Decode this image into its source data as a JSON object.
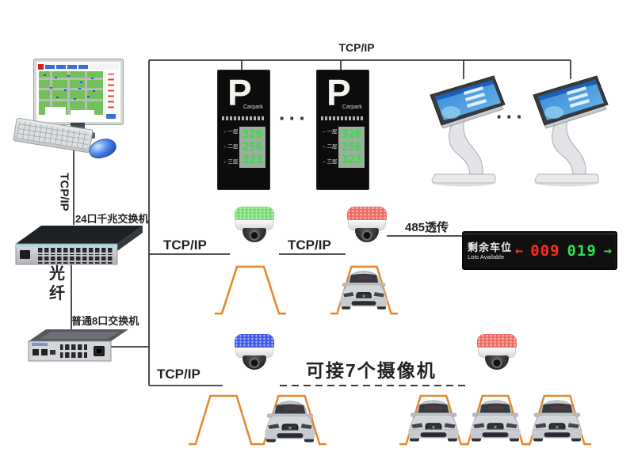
{
  "connections": {
    "tcpip_top": "TCP/IP",
    "tcpip_workstation": "TCP/IP",
    "tcpip_mid_left": "TCP/IP",
    "tcpip_mid_right": "TCP/IP",
    "tcpip_bottom": "TCP/IP",
    "fiber_label": "光纤",
    "rs485_label": "485透传",
    "camera_capacity_note": "可接7个摄像机",
    "ellipsis_between_signs": "···",
    "ellipsis_between_kiosks": "···",
    "line_color": "#3a3a3a",
    "parking_space_color": "#e8872e"
  },
  "devices": {
    "switch_24port_label": "24口千兆交换机",
    "switch_8port_label": "普通8口交换机"
  },
  "p_sign": {
    "symbol": "P",
    "subtitle": "Carpark",
    "floors": [
      {
        "label": "←一层",
        "value": "326"
      },
      {
        "label": "←二层",
        "value": "256"
      },
      {
        "label": "←三层",
        "value": "323"
      }
    ],
    "digit_color": "#2ee23e",
    "panel_color": "#9caf9f"
  },
  "led_board": {
    "title_cn": "剩余车位",
    "title_en": "Lots Available",
    "left_arrow": "←",
    "left_value": "009",
    "right_value": "019",
    "right_arrow": "→",
    "red": "#ff2d1e",
    "green": "#2ee052"
  },
  "cameras": [
    {
      "name": "camera-green",
      "cap_color": "#79db76"
    },
    {
      "name": "camera-red-entry",
      "cap_color": "#ef6b66"
    },
    {
      "name": "camera-blue",
      "cap_color": "#4059e6"
    },
    {
      "name": "camera-red-row",
      "cap_color": "#ef6b66"
    }
  ]
}
